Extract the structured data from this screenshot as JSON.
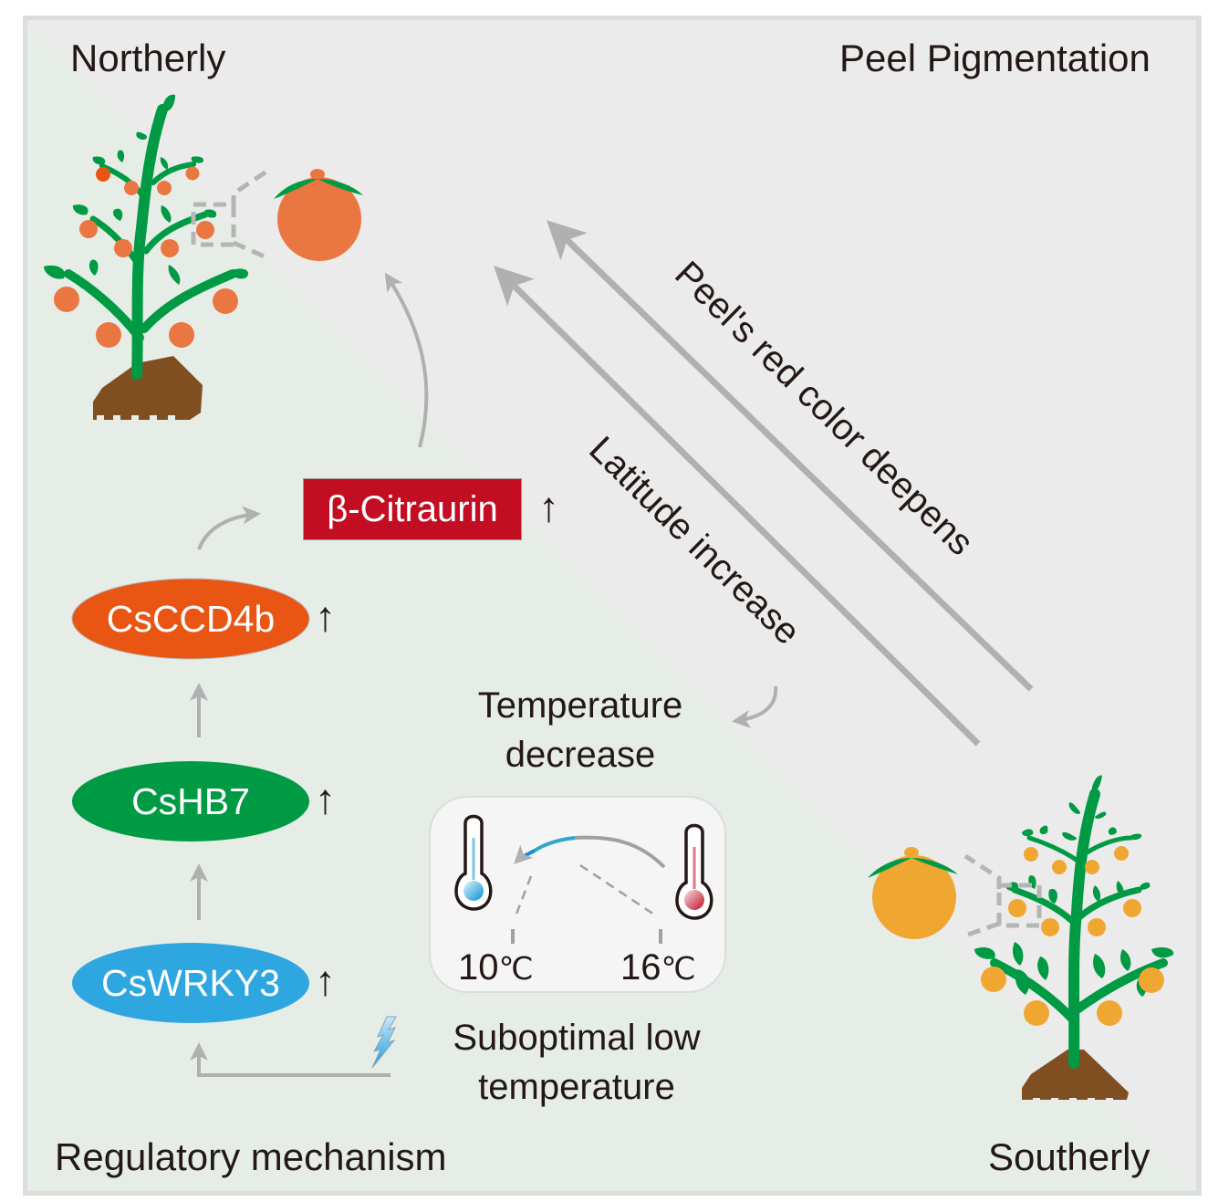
{
  "corners": {
    "top_left": "Northerly",
    "top_right": "Peel Pigmentation",
    "bottom_left": "Regulatory mechanism",
    "bottom_right": "Southerly"
  },
  "pathway": {
    "metabolite": {
      "label": "β-Citraurin",
      "trend": "↑",
      "color": "#c30d23"
    },
    "genes": [
      {
        "label": "CsCCD4b",
        "trend": "↑",
        "color": "#e95513"
      },
      {
        "label": "CsHB7",
        "trend": "↑",
        "color": "#009a44"
      },
      {
        "label": "CsWRKY3",
        "trend": "↑",
        "color": "#2ea7e0"
      }
    ],
    "stimulus": {
      "icon": "lightning-icon",
      "label_line1": "Suboptimal low",
      "label_line2": "temperature"
    }
  },
  "gradient_arrows": {
    "outer": "Peel's red color deepens",
    "inner": "Latitude increase"
  },
  "temperature": {
    "label_line1": "Temperature",
    "label_line2": "decrease",
    "low": "10",
    "high": "16",
    "unit": "℃",
    "icons": [
      "cold-thermometer-icon",
      "warm-thermometer-icon"
    ]
  },
  "colors": {
    "bg_green": "#e6ede7",
    "bg_gray": "#ecebec",
    "frame": "#dcdddd",
    "arrow_gray": "#b0b0b0",
    "leaf_green": "#009a44",
    "soil_brown": "#7f4f21",
    "fruit_north": "#ea7741",
    "fruit_north_dark": "#e95513",
    "fruit_south": "#f0a732"
  }
}
